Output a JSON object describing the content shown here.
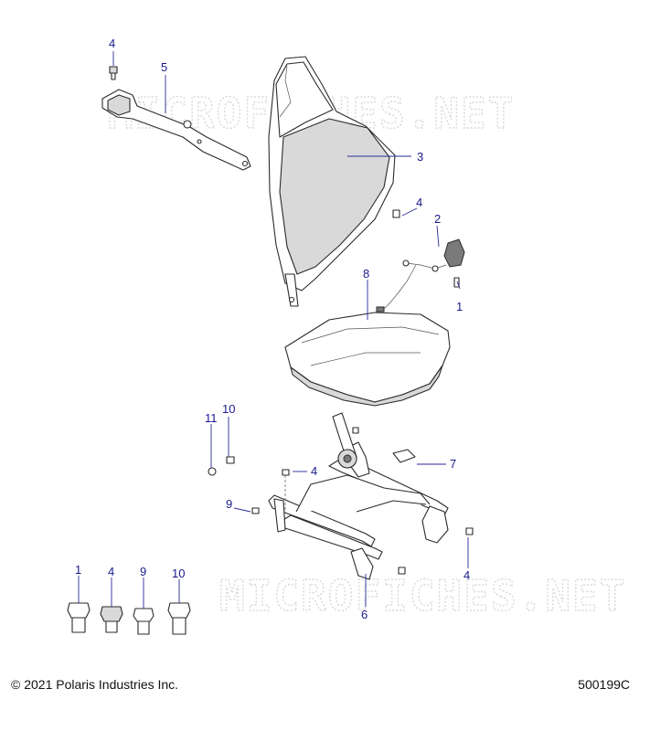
{
  "watermark": {
    "text": "MICROFICHES.NET"
  },
  "callouts": {
    "c4_top": "4",
    "c5": "5",
    "c3": "3",
    "c4_mid": "4",
    "c2": "2",
    "c8": "8",
    "c1_mid": "1",
    "c10_mid": "10",
    "c11": "11",
    "c4_frame": "4",
    "c7": "7",
    "c9_mid": "9",
    "c4_right": "4",
    "c6": "6",
    "c1_bottom": "1",
    "c4_bottom": "4",
    "c9_bottom": "9",
    "c10_bottom": "10"
  },
  "footer": {
    "copyright": "© 2021 Polaris Industries Inc.",
    "drawing_id": "500199C"
  }
}
